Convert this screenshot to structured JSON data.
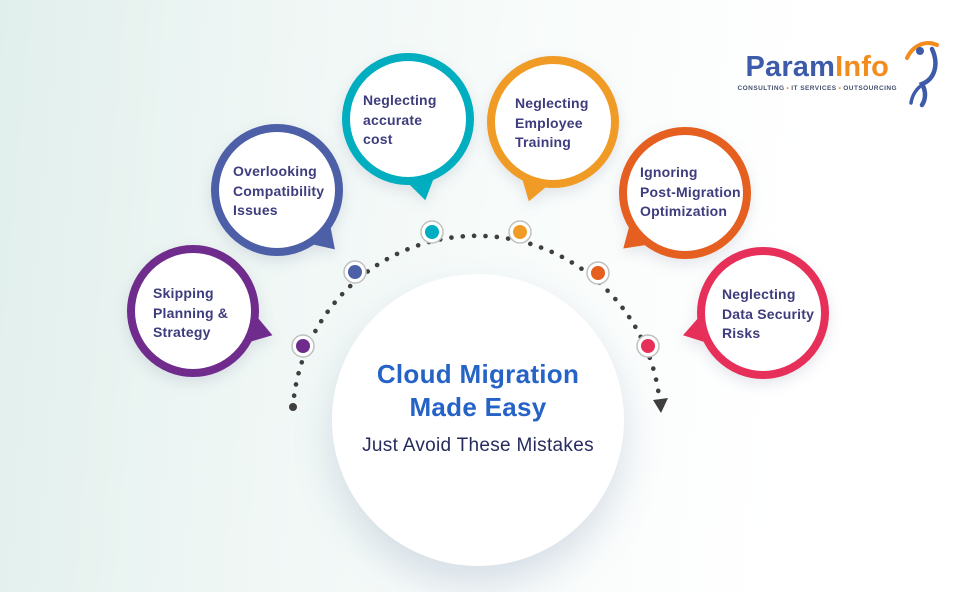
{
  "logo": {
    "brand_blue": "Param",
    "brand_orange": "Info",
    "tagline_items": [
      "CONSULTING",
      "IT SERVICES",
      "OUTSOURCING"
    ],
    "separator": "•",
    "blue": "#3d5ba9",
    "orange": "#f28c1e"
  },
  "center": {
    "title_line1": "Cloud Migration",
    "title_line2": "Made Easy",
    "subtitle": "Just Avoid These Mistakes",
    "title_color": "#2563c7",
    "subtitle_color": "#272b5e"
  },
  "mistakes": [
    {
      "label": "Skipping Planning & Strategy",
      "lines": [
        "Skipping",
        "Planning &",
        "Strategy"
      ],
      "color": "#6f2c8c"
    },
    {
      "label": "Overlooking Compatibility Issues",
      "lines": [
        "Overlooking",
        "Compatibility",
        "Issues"
      ],
      "color": "#4c5fa7"
    },
    {
      "label": "Neglecting accurate cost",
      "lines": [
        "Neglecting",
        "accurate",
        "cost"
      ],
      "color": "#00aec0"
    },
    {
      "label": "Neglecting Employee Training",
      "lines": [
        "Neglecting",
        "Employee",
        "Training"
      ],
      "color": "#f09b26"
    },
    {
      "label": "Ignoring Post-Migration Optimization",
      "lines": [
        "Ignoring",
        "Post-Migration",
        "Optimization"
      ],
      "color": "#e55f20"
    },
    {
      "label": "Neglecting Data Security Risks",
      "lines": [
        "Neglecting",
        "Data Security",
        "Risks"
      ],
      "color": "#e73059"
    }
  ],
  "arc": {
    "dot_color": "#3f3f3f",
    "arrow_color": "#3f3f3f",
    "marker_ring_color": "#c0c0c0"
  },
  "bubble_text_color": "#3e3c7d",
  "background": {
    "left": "#e1efec",
    "right": "#ffffff"
  }
}
